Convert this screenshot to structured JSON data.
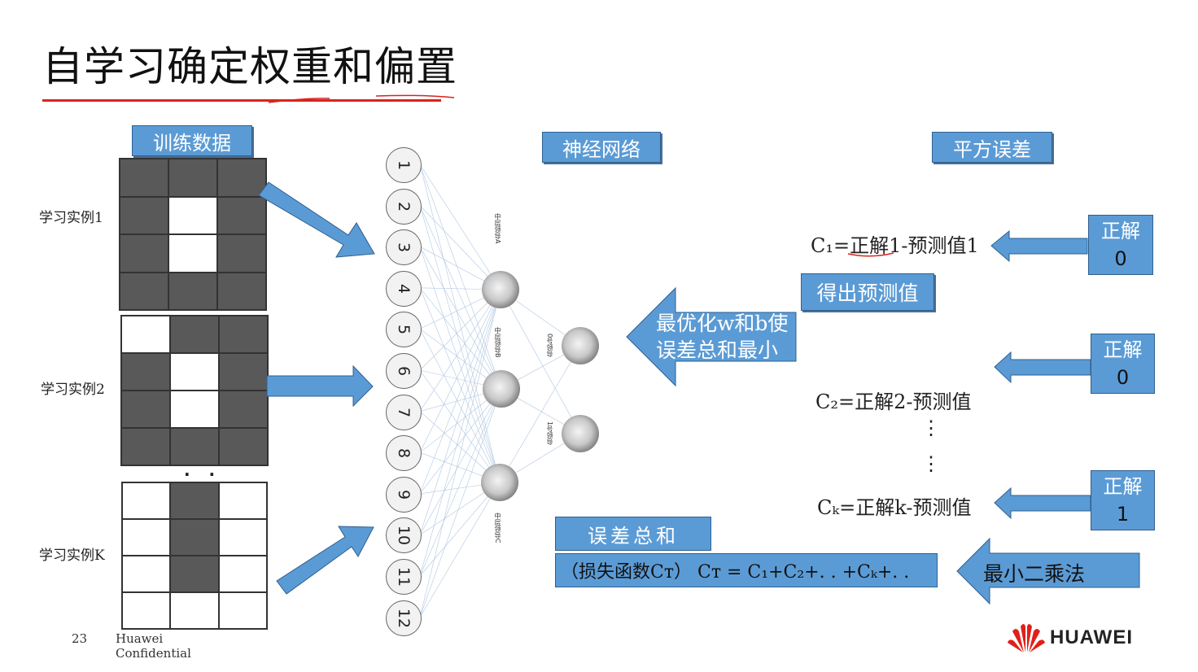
{
  "slide": {
    "title": "自学习确定权重和偏置",
    "page_number": "23",
    "confidential_line1": "Huawei",
    "confidential_line2": "Confidential",
    "logo_text": "HUAWEI"
  },
  "labels": {
    "training_data": "训练数据",
    "neural_network": "神经网络",
    "squared_error": "平方误差",
    "get_prediction": "得出预测值",
    "optimize_line1": "最优化w和b使",
    "optimize_line2": "误差总和最小",
    "error_sum": "误差总和",
    "least_squares": "最小二乘法"
  },
  "examples": [
    {
      "label": "学习实例1"
    },
    {
      "label": "学习实例2"
    },
    {
      "label": "学习实例K"
    }
  ],
  "ellipsis_dots": ". .",
  "input_nodes": [
    "1",
    "2",
    "3",
    "4",
    "5",
    "6",
    "7",
    "8",
    "9",
    "10",
    "11",
    "12"
  ],
  "hidden_labels": [
    "中层领导A",
    "中层领导B",
    "中层领导C"
  ],
  "output_labels": [
    "0号领导",
    "1号领导"
  ],
  "formulas": {
    "c1": "C₁=正解1-预测值1",
    "c2": "C₂=正解2-预测值",
    "ck": "Cₖ=正解k-预测值",
    "vdots1": "⋮",
    "vdots2": "⋮",
    "loss": "（损失函数Cᴛ）  Cᴛ = C₁+C₂+. . +Cₖ+. ."
  },
  "answers": [
    {
      "label": "正解",
      "value": "0"
    },
    {
      "label": "正解",
      "value": "0"
    },
    {
      "label": "正解",
      "value": "1"
    }
  ],
  "colors": {
    "accent_blue": "#5b9bd5",
    "title_underline": "#d8241f",
    "huawei_red": "#e0201b"
  }
}
